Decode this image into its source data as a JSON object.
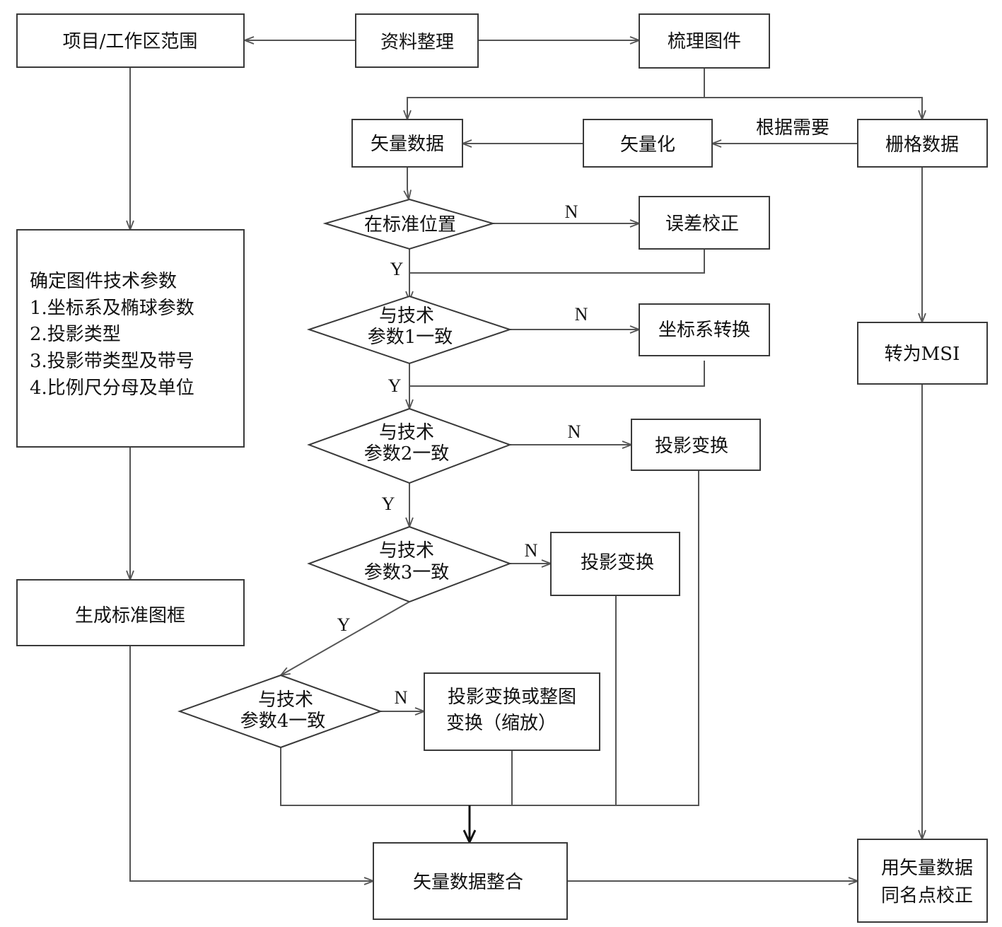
{
  "nodes": {
    "project_scope": "项目/工作区范围",
    "data_organize": "资料整理",
    "sort_maps": "梳理图件",
    "vector_data": "矢量数据",
    "vectorize": "矢量化",
    "raster_data": "栅格数据",
    "std_position": "在标准位置",
    "error_correct": "误差校正",
    "tech_param_title": "确定图件技术参数",
    "tech_param_items": [
      "1.坐标系及椭球参数",
      "2.投影类型",
      "3.投影带类型及带号",
      "4.比例尺分母及单位"
    ],
    "check1": [
      "与技术",
      "参数1一致"
    ],
    "coord_transform": "坐标系转换",
    "check2": [
      "与技术",
      "参数2一致"
    ],
    "proj_transform_a": "投影变换",
    "check3": [
      "与技术",
      "参数3一致"
    ],
    "proj_transform_b": "投影变换",
    "check4": [
      "与技术",
      "参数4一致"
    ],
    "proj_or_scale": [
      "投影变换或整图",
      "变换（缩放）"
    ],
    "gen_frame": "生成标准图框",
    "to_msi": "转为MSI",
    "integrate": "矢量数据整合",
    "vector_correct": [
      "用矢量数据",
      "同名点校正"
    ]
  },
  "edges": {
    "as_needed": "根据需要",
    "yes": "Y",
    "no": "N"
  }
}
